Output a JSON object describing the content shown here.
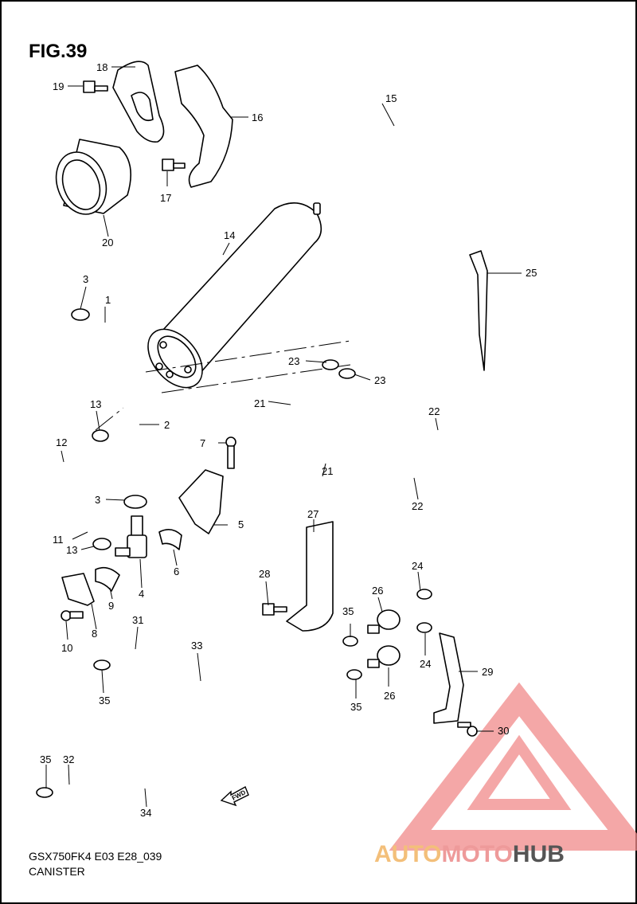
{
  "figure": {
    "title": "FIG.39",
    "model_code": "GSX750FK4 E03 E28_039",
    "section_name": "CANISTER"
  },
  "part_numbers": [
    "1",
    "2",
    "3",
    "3",
    "4",
    "5",
    "6",
    "7",
    "8",
    "9",
    "10",
    "11",
    "12",
    "13",
    "13",
    "14",
    "15",
    "16",
    "17",
    "18",
    "19",
    "20",
    "21",
    "21",
    "22",
    "22",
    "23",
    "23",
    "24",
    "24",
    "25",
    "26",
    "26",
    "27",
    "28",
    "29",
    "30",
    "31",
    "32",
    "33",
    "34",
    "35",
    "35",
    "35",
    "35"
  ],
  "direction_marker": "FWD",
  "watermark": {
    "part1": "AUTO",
    "part2": "MOTO",
    "part3": "HUB",
    "colors": {
      "auto": "#f3bf7a",
      "moto": "#ee9a9a",
      "hub": "#555555",
      "triangle": "#f08a8a"
    }
  }
}
